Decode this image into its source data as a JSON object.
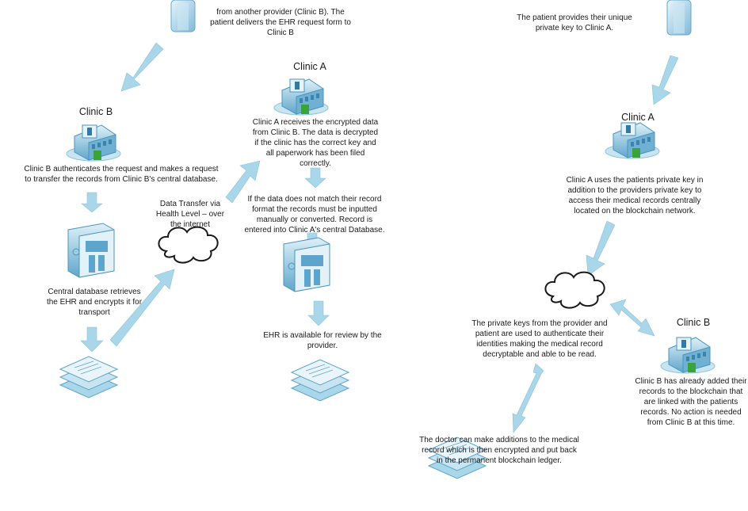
{
  "left": {
    "patient_note": "from another provider (Clinic B). The\npatient delivers the EHR request form to\nClinic B",
    "clinic_b_label": "Clinic B",
    "clinic_b_note": "Clinic B authenticates the request and makes a request\nto transfer the records from Clinic B's central database.",
    "db_note": "Central database retrieves\nthe EHR and encrypts it for\ntransport",
    "transfer_note": "Data Transfer via\nHealth Level –    over\nthe internet",
    "clinic_a_label": "Clinic A",
    "clinic_a_note": "Clinic A receives the encrypted data\nfrom Clinic B. The data is decrypted\nif the clinic has the correct key and\nall paperwork has been filed\ncorrectly.",
    "format_note": "If the data does not match their record\nformat the records must be inputted\nmanually or converted. Record is\nentered into Clinic A's central Database.",
    "ehr_note": "EHR is available for review by the\nprovider."
  },
  "right": {
    "patient_note": "The patient provides their unique\nprivate key to Clinic A.",
    "clinic_a_label": "Clinic A",
    "clinic_a_note": "Clinic A uses the patients private key in\naddition to the providers private key to\naccess their medical records centrally\nlocated on the blockchain network.",
    "keys_note": "The private keys from the provider and\npatient are used to authenticate their\nidentities making the medical record\ndecryptable and able to be read.",
    "clinic_b_label": "Clinic B",
    "clinic_b_note": "Clinic B has already added their\nrecords to the blockchain that\nare linked with the patients\nrecords. No action is needed\nfrom Clinic B at this time.",
    "doctor_note": "The doctor can make additions to the medical\nrecord which is then encrypted and put back\nin the permanent blockchain ledger."
  },
  "colors": {
    "arrow": "#a9d6e8",
    "icon_light": "#d6ecf6",
    "icon_mid": "#8fc3de",
    "icon_dark": "#3f8fb8",
    "green": "#3aa43a"
  }
}
